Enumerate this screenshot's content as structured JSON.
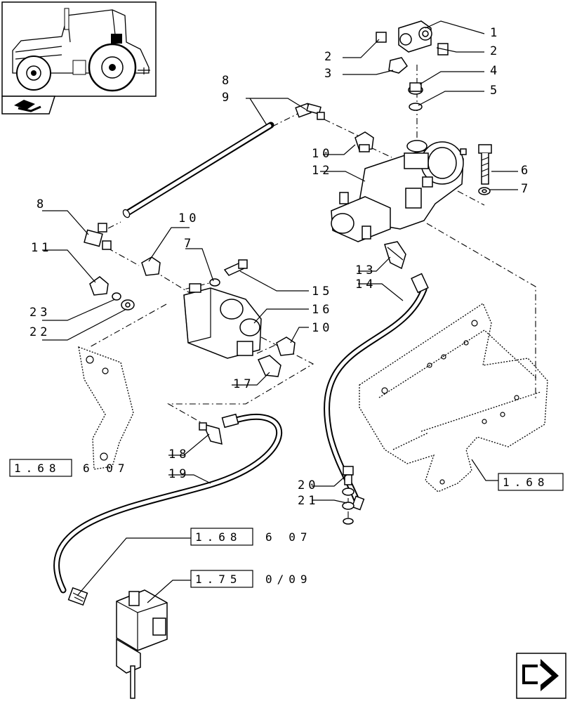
{
  "callouts": {
    "c1": "1",
    "c2a": "2",
    "c2b": "2",
    "c3": "3",
    "c4": "4",
    "c5": "5",
    "c6": "6",
    "c7a": "7",
    "c7b": "7",
    "c8a": "8",
    "c8b": "8",
    "c9": "9",
    "c10a": "10",
    "c10b": "10",
    "c10c": "10",
    "c11": "11",
    "c12": "12",
    "c13": "13",
    "c14": "14",
    "c15": "15",
    "c16": "16",
    "c17": "17",
    "c18": "18",
    "c19": "19",
    "c20": "20",
    "c21": "21",
    "c22": "22",
    "c23": "23"
  },
  "references": {
    "ref_left": {
      "boxed": "1.68",
      "suffix": "6 07"
    },
    "ref_right": {
      "boxed": "1.68",
      "suffix": ""
    },
    "ref_mid1": {
      "boxed": "1.68",
      "suffix": "6 07"
    },
    "ref_mid2": {
      "boxed": "1.75",
      "suffix": "0/09"
    }
  },
  "icons": {
    "thumbnail": "tractor-thumbnail-icon",
    "section": "section-symbol-icon",
    "next": "next-page-arrow-icon"
  }
}
